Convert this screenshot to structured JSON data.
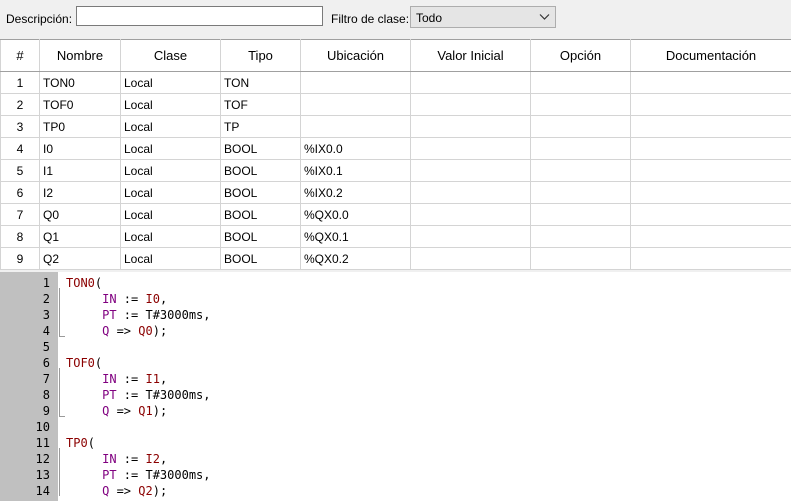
{
  "filter": {
    "description_label": "Descripción:",
    "description_value": "",
    "class_filter_label": "Filtro de clase:",
    "class_filter_value": "Todo"
  },
  "table": {
    "columns": [
      "#",
      "Nombre",
      "Clase",
      "Tipo",
      "Ubicación",
      "Valor Inicial",
      "Opción",
      "Documentación"
    ],
    "rows": [
      [
        "1",
        "TON0",
        "Local",
        "TON",
        "",
        "",
        "",
        ""
      ],
      [
        "2",
        "TOF0",
        "Local",
        "TOF",
        "",
        "",
        "",
        ""
      ],
      [
        "3",
        "TP0",
        "Local",
        "TP",
        "",
        "",
        "",
        ""
      ],
      [
        "4",
        "I0",
        "Local",
        "BOOL",
        "%IX0.0",
        "",
        "",
        ""
      ],
      [
        "5",
        "I1",
        "Local",
        "BOOL",
        "%IX0.1",
        "",
        "",
        ""
      ],
      [
        "6",
        "I2",
        "Local",
        "BOOL",
        "%IX0.2",
        "",
        "",
        ""
      ],
      [
        "7",
        "Q0",
        "Local",
        "BOOL",
        "%QX0.0",
        "",
        "",
        ""
      ],
      [
        "8",
        "Q1",
        "Local",
        "BOOL",
        "%QX0.1",
        "",
        "",
        ""
      ],
      [
        "9",
        "Q2",
        "Local",
        "BOOL",
        "%QX0.2",
        "",
        "",
        ""
      ]
    ]
  },
  "code": {
    "lines": [
      {
        "n": "1",
        "segs": [
          [
            "ident",
            "TON0"
          ],
          [
            "plain",
            "("
          ]
        ]
      },
      {
        "n": "2",
        "segs": [
          [
            "kw",
            "     IN"
          ],
          [
            "plain",
            " := "
          ],
          [
            "ident",
            "I0"
          ],
          [
            "plain",
            ","
          ]
        ]
      },
      {
        "n": "3",
        "segs": [
          [
            "kw",
            "     PT"
          ],
          [
            "plain",
            " := T#3000ms,"
          ]
        ]
      },
      {
        "n": "4",
        "segs": [
          [
            "kw",
            "     Q"
          ],
          [
            "plain",
            " => "
          ],
          [
            "ident",
            "Q0"
          ],
          [
            "plain",
            ");"
          ]
        ]
      },
      {
        "n": "5",
        "segs": []
      },
      {
        "n": "6",
        "segs": [
          [
            "ident",
            "TOF0"
          ],
          [
            "plain",
            "("
          ]
        ]
      },
      {
        "n": "7",
        "segs": [
          [
            "kw",
            "     IN"
          ],
          [
            "plain",
            " := "
          ],
          [
            "ident",
            "I1"
          ],
          [
            "plain",
            ","
          ]
        ]
      },
      {
        "n": "8",
        "segs": [
          [
            "kw",
            "     PT"
          ],
          [
            "plain",
            " := T#3000ms,"
          ]
        ]
      },
      {
        "n": "9",
        "segs": [
          [
            "kw",
            "     Q"
          ],
          [
            "plain",
            " => "
          ],
          [
            "ident",
            "Q1"
          ],
          [
            "plain",
            ");"
          ]
        ]
      },
      {
        "n": "10",
        "segs": []
      },
      {
        "n": "11",
        "segs": [
          [
            "ident",
            "TP0"
          ],
          [
            "plain",
            "("
          ]
        ]
      },
      {
        "n": "12",
        "segs": [
          [
            "kw",
            "     IN"
          ],
          [
            "plain",
            " := "
          ],
          [
            "ident",
            "I2"
          ],
          [
            "plain",
            ","
          ]
        ]
      },
      {
        "n": "13",
        "segs": [
          [
            "kw",
            "     PT"
          ],
          [
            "plain",
            " := T#3000ms,"
          ]
        ]
      },
      {
        "n": "14",
        "segs": [
          [
            "kw",
            "     Q"
          ],
          [
            "plain",
            " => "
          ],
          [
            "ident",
            "Q2"
          ],
          [
            "plain",
            ");"
          ]
        ]
      }
    ]
  }
}
